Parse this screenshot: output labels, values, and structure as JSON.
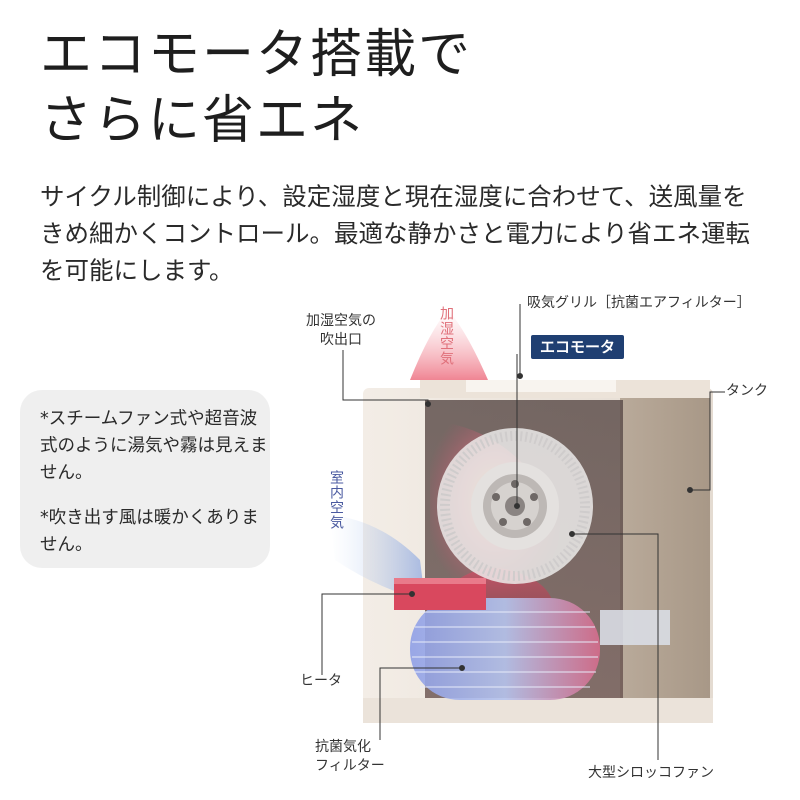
{
  "heading": {
    "line1": "エコモータ搭載で",
    "line2": "さらに省エネ"
  },
  "description": "サイクル制御により、設定湿度と現在湿度に合わせて、送風量をきめ細かくコントロール。最適な静かさと電力により省エネ運転を可能にします。",
  "notes": {
    "note1": "*スチームファン式や超音波式のように湯気や霧は見えません。",
    "note2": "*吹き出す風は暖かくありません。"
  },
  "diagram": {
    "outlet_label_line1": "加湿空気の",
    "outlet_label_line2": "吹出口",
    "humid_air_label": "加湿空気",
    "intake_label": "吸気グリル［抗菌エアフィルター］",
    "eco_motor_label": "エコモータ",
    "tank_label": "タンク",
    "room_air_label": "室内空気",
    "heater_label": "ヒータ",
    "filter_label_line1": "抗菌気化",
    "filter_label_line2": "フィルター",
    "fan_label": "大型シロッコファン"
  },
  "colors": {
    "eco_badge_bg": "#1f3f72",
    "humid_air_text": "#e0707a",
    "room_air_text": "#4a5aa0",
    "heater": "#d94a5c",
    "filter": "#7f8fd6"
  }
}
